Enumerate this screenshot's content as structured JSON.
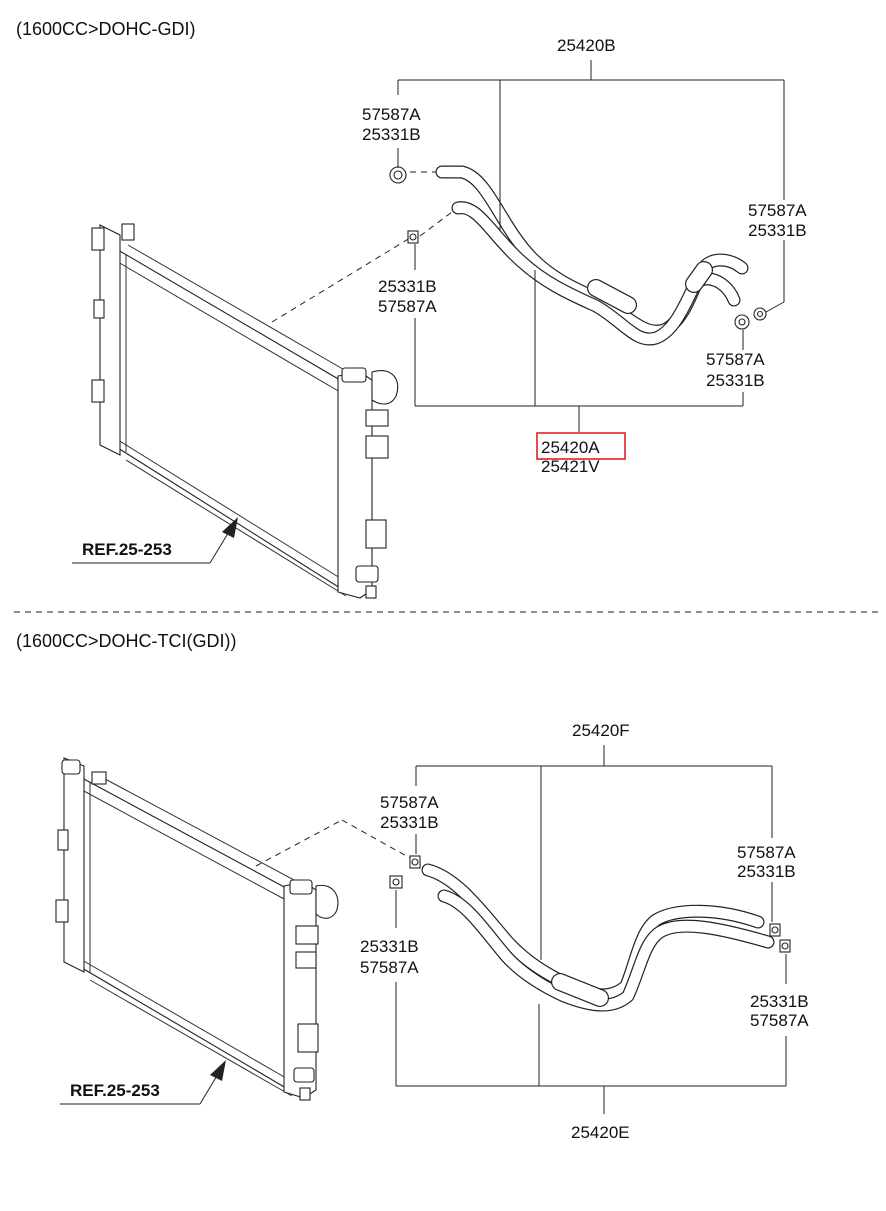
{
  "sections": [
    {
      "header": "(1600CC>DOHC-GDI)",
      "ref": "REF.25-253",
      "labels": {
        "hose_top": "25420B",
        "clamp_top_left_1": "57587A",
        "clamp_top_left_2": "25331B",
        "clamp_right_top_1": "57587A",
        "clamp_right_top_2": "25331B",
        "clamp_mid_left_1": "25331B",
        "clamp_mid_left_2": "57587A",
        "clamp_right_bottom_1": "57587A",
        "clamp_right_bottom_2": "25331B",
        "hose_bottom_1": "25420A",
        "hose_bottom_2": "25421V"
      },
      "highlighted_part": "25420A"
    },
    {
      "header": "(1600CC>DOHC-TCI(GDI))",
      "ref": "REF.25-253",
      "labels": {
        "hose_top": "25420F",
        "clamp_top_left_1": "57587A",
        "clamp_top_left_2": "25331B",
        "clamp_right_top_1": "57587A",
        "clamp_right_top_2": "25331B",
        "clamp_mid_left_1": "25331B",
        "clamp_mid_left_2": "57587A",
        "clamp_right_bottom_1": "25331B",
        "clamp_right_bottom_2": "57587A",
        "hose_bottom": "25420E"
      }
    }
  ],
  "colors": {
    "highlight": "#e02020",
    "line": "#222222"
  },
  "icons": [
    "radiator-drawing",
    "hose-drawing",
    "clamp-icon",
    "arrow-icon"
  ]
}
